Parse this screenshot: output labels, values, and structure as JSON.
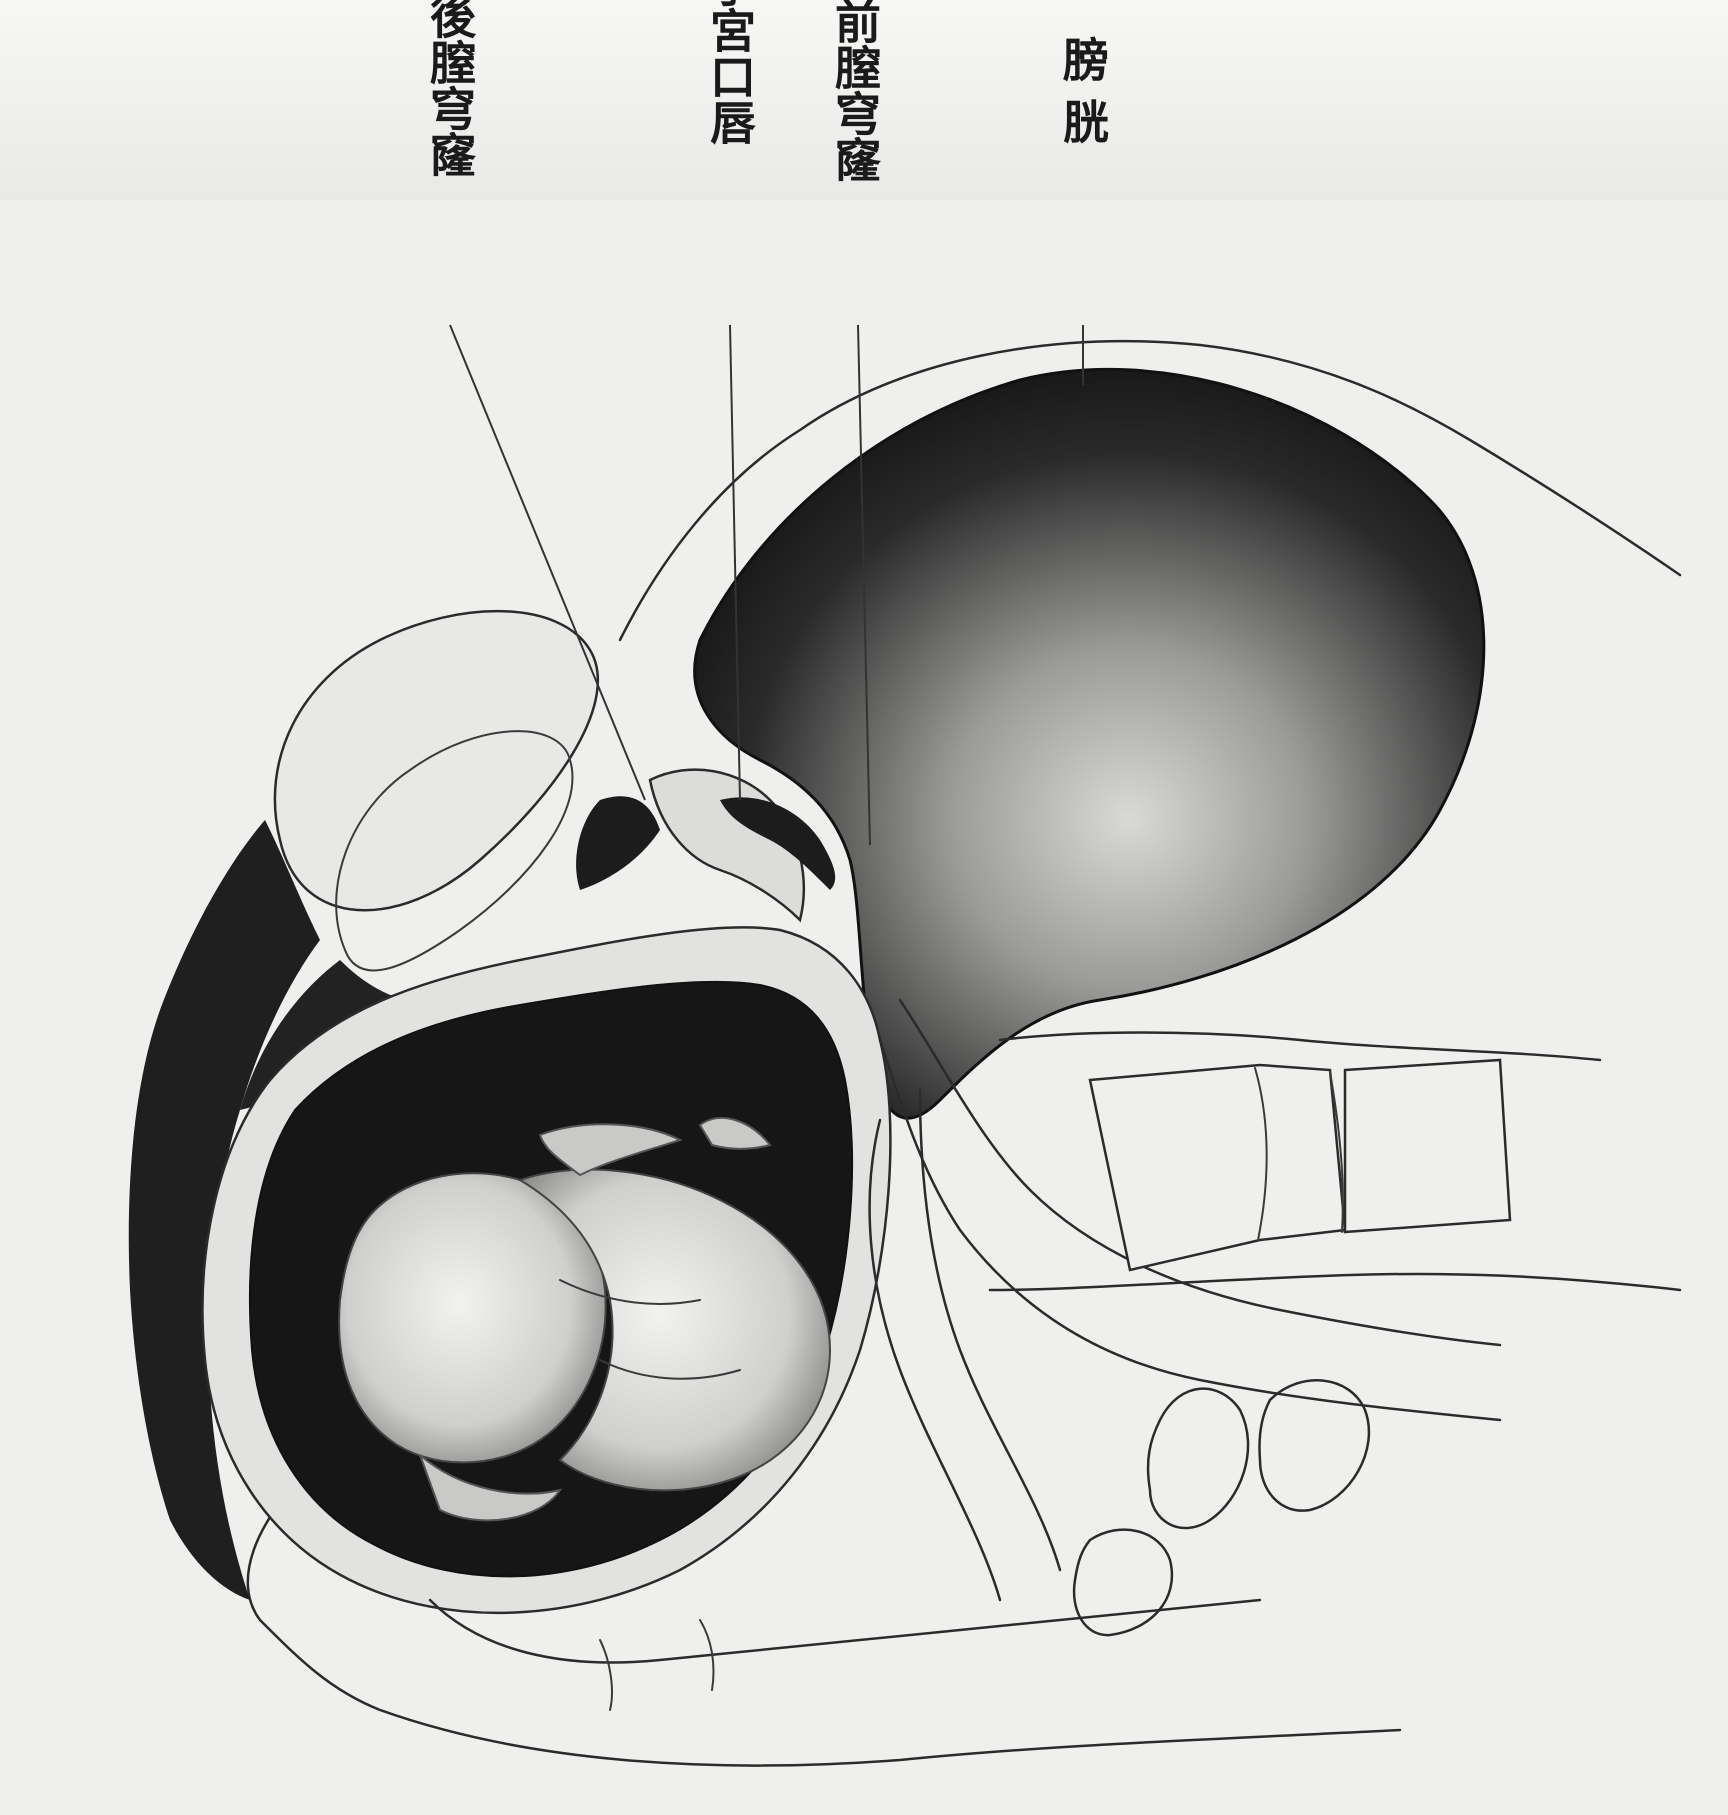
{
  "labels": {
    "bladder": "膀 胱",
    "anterior_fornix": "前膣穹窿",
    "posterior_lip": "後子宮口唇",
    "posterior_fornix": "後膣穹窿"
  },
  "colors": {
    "paper": "#efefed",
    "ink": "#1a1a1a",
    "cavity_dark": "#151515",
    "tissue_light": "#e4e4e2",
    "midtone": "#8a8a88"
  }
}
